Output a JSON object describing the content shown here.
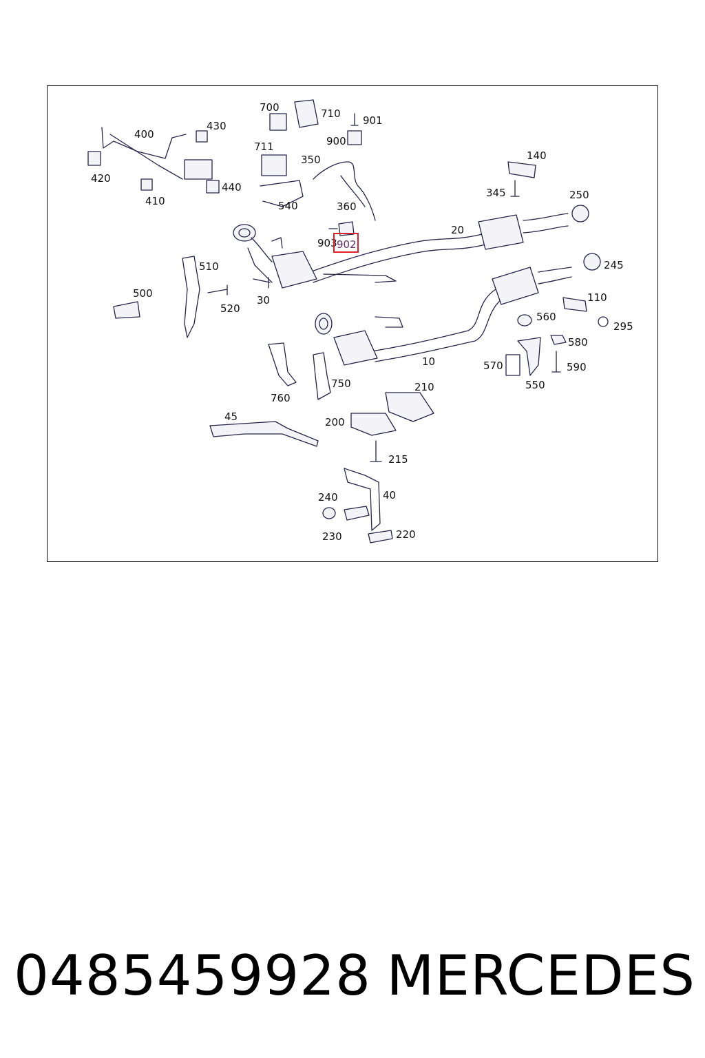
{
  "diagram": {
    "highlighted_label": "902",
    "labels": [
      "700",
      "710",
      "901",
      "430",
      "400",
      "900",
      "711",
      "350",
      "420",
      "440",
      "410",
      "540",
      "140",
      "360",
      "345",
      "250",
      "903",
      "902",
      "20",
      "510",
      "245",
      "500",
      "520",
      "30",
      "110",
      "560",
      "295",
      "580",
      "10",
      "570",
      "590",
      "550",
      "760",
      "750",
      "210",
      "45",
      "200",
      "215",
      "240",
      "40",
      "230",
      "220"
    ]
  },
  "footer": {
    "part_number": "0485459928",
    "brand": "MERCEDES"
  },
  "colors": {
    "line": "#24244a",
    "highlight": "#e0202a"
  }
}
